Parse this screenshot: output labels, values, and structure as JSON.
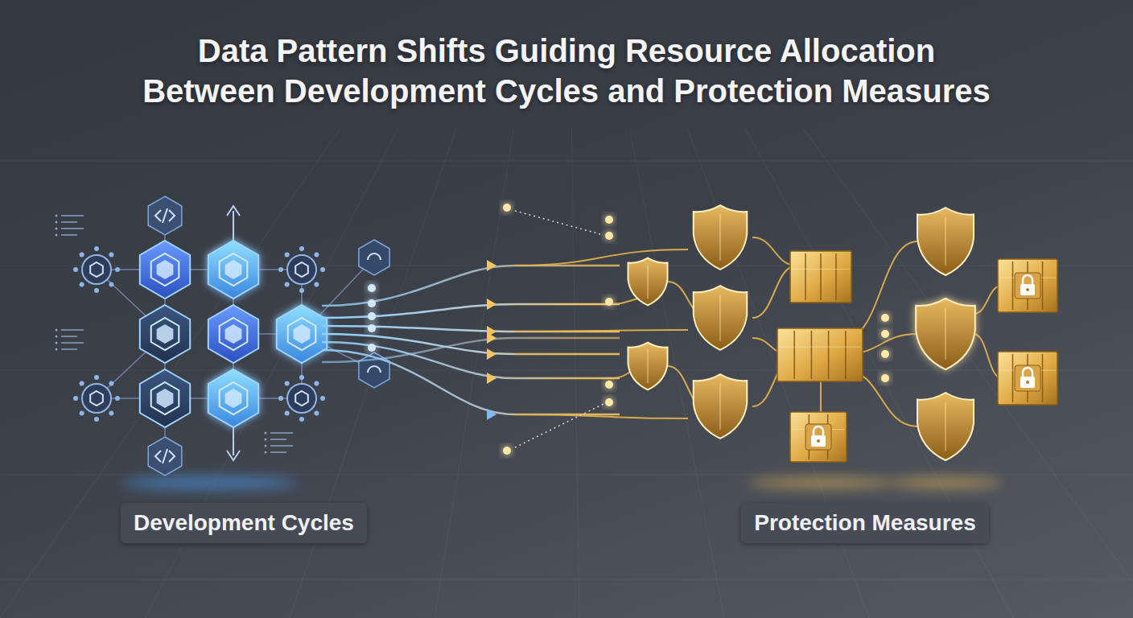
{
  "diagram": {
    "title": "Data Pattern Shifts Guiding Resource Allocation Between Development Cycles and Protection Measures",
    "nodes": [
      {
        "text": [
          "Development Cycles"
        ]
      },
      {
        "text": [
          "Protection Measures"
        ]
      }
    ]
  }
}
